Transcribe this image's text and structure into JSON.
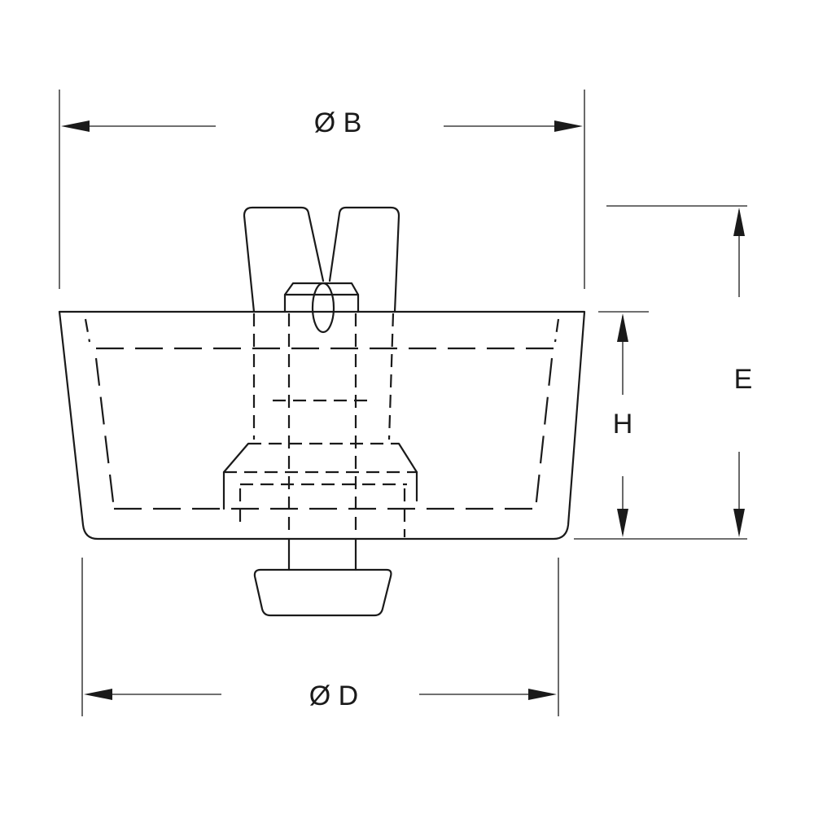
{
  "dimensions": {
    "top_diameter": "Ø B",
    "bottom_diameter": "Ø D",
    "overall_height": "E",
    "body_height": "H"
  },
  "colors": {
    "line": "#1a1a1a",
    "background": "#ffffff"
  }
}
